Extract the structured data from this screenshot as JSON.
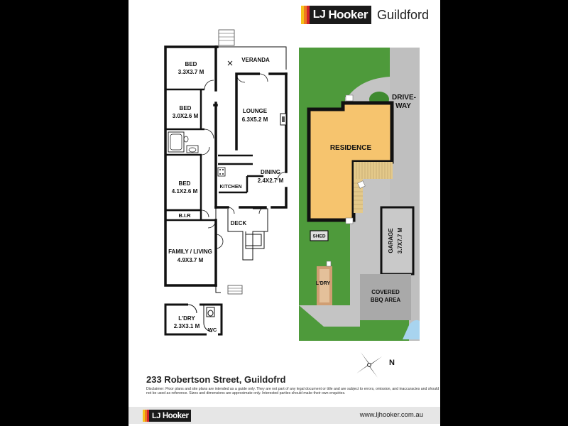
{
  "header": {
    "brand_initials": "LJ",
    "brand_name": "Hooker",
    "office": "Guildford"
  },
  "floor_plan": {
    "rooms": [
      {
        "name": "BED",
        "size": "3.3X3.7 M"
      },
      {
        "name": "BED",
        "size": "3.0X2.6 M"
      },
      {
        "name": "BED",
        "size": "4.1X2.6 M"
      },
      {
        "name": "B.I.R"
      },
      {
        "name": "FAMILY / LIVING",
        "size": "4.9X3.7 M"
      },
      {
        "name": "VERANDA"
      },
      {
        "name": "LOUNGE",
        "size": "6.3X5.2 M"
      },
      {
        "name": "DINING",
        "size": "2.4X2.7 M"
      },
      {
        "name": "KITCHEN"
      },
      {
        "name": "DECK"
      },
      {
        "name": "L'DRY",
        "size": "2.3X3.1 M"
      },
      {
        "name": "WC"
      }
    ]
  },
  "site_plan": {
    "driveway": [
      "DRIVE-",
      "WAY"
    ],
    "residence": "RESIDENCE",
    "shed": "SHED",
    "laundry": "L'DRY",
    "garage": "GARAGE",
    "garage_size": "3.7X7.7 M",
    "bbq": [
      "COVERED",
      "BBQ AREA"
    ],
    "north": "N"
  },
  "address": "233 Robertson Street, Guildofrd",
  "disclaimer": "Disclaimer: Floor plans and site plans are intended as a guide only. They are not part of any legal document or title and are subject to errors, omission, and inaccuracies and should not be used as reference. Sizes and dimensions are approximate only. Interested parties should make their own enquiries.",
  "footer": {
    "website": "www.ljhooker.com.au"
  },
  "colors": {
    "brand_dark": "#1a1a1a",
    "stripe_yellow": "#f6c11a",
    "stripe_orange": "#ee7a1f",
    "stripe_red": "#d2232a",
    "lawn": "#4e9a3b",
    "paving": "#bfbfbf",
    "residence": "#f6c46e",
    "deck": "#e4c98a",
    "pool": "#a8d4ef"
  }
}
